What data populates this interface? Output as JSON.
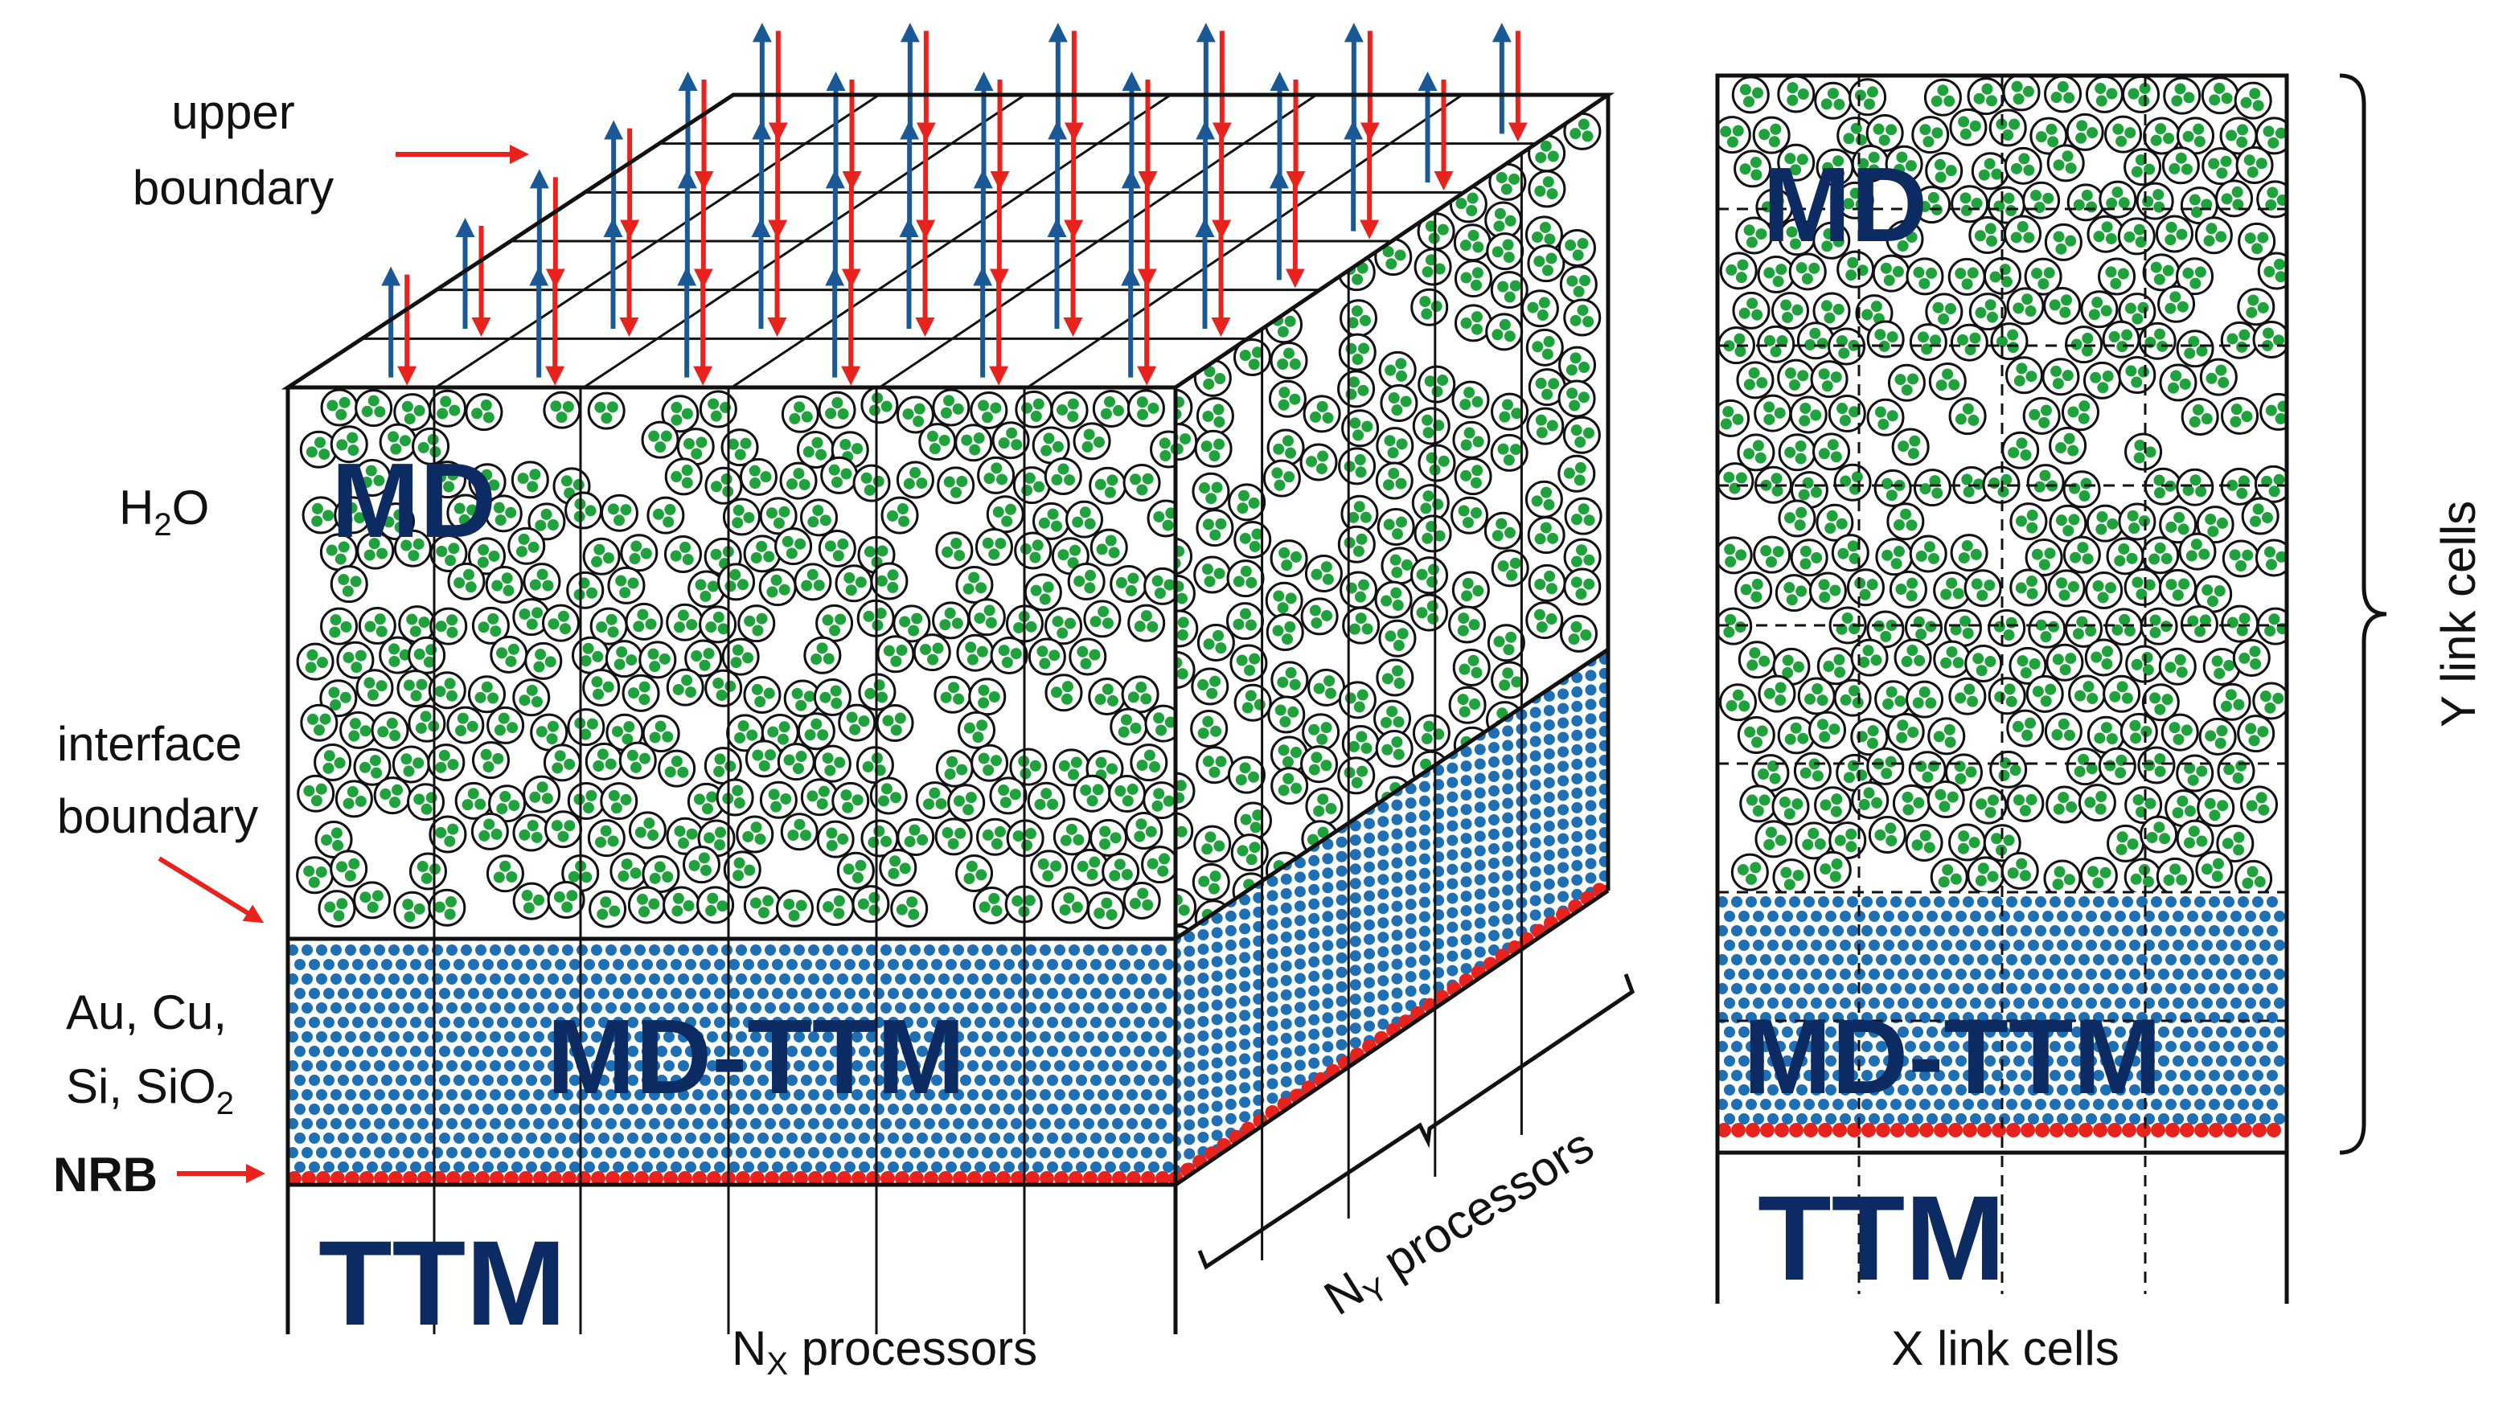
{
  "labels": {
    "upper_boundary_line1": "upper",
    "upper_boundary_line2": "boundary",
    "water": "H",
    "water_sub": "2",
    "water_tail": "O",
    "interface_line1": "interface",
    "interface_line2": "boundary",
    "materials_line1": "Au, Cu,",
    "materials_line2a": "Si, SiO",
    "materials_line2_sub": "2",
    "nrb": "NRB",
    "nx_prefix": "N",
    "nx_sub": "X",
    "nx_suffix": " processors",
    "ny_prefix": "N",
    "ny_sub": "Y",
    "ny_suffix": " processors",
    "x_link_cells": "X link cells",
    "y_link_cells": "Y link cells"
  },
  "regions": {
    "md": "MD",
    "md_ttm": "MD-TTM",
    "ttm": "TTM",
    "md_right": "MD",
    "md_ttm_right": "MD-TTM",
    "ttm_right": "TTM"
  },
  "colors": {
    "frame": "#111111",
    "molecule_atom": "#1fa23b",
    "metal_atom": "#1f6fb5",
    "boundary_atom": "#e8231e",
    "arrow_up": "#1a5896",
    "arrow_down": "#e8231e",
    "region_text": "#0d2b63"
  }
}
